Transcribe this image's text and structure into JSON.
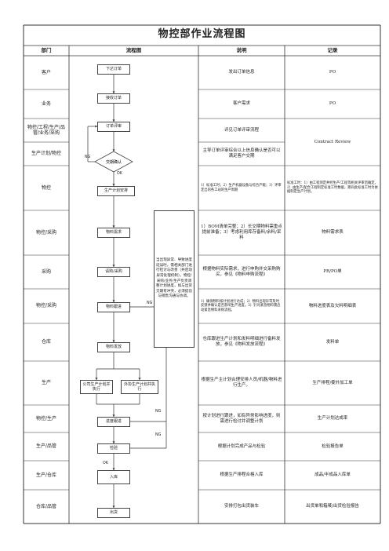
{
  "title": "物控部作业流程图",
  "headers": {
    "dept": "部门",
    "flow": "流程图",
    "desc": "说明",
    "record": "记录"
  },
  "rows": [
    {
      "dept": "客户",
      "desc": "发出订单信息",
      "record": "PO"
    },
    {
      "dept": "业务",
      "desc": "客户需求",
      "record": "PO"
    },
    {
      "dept": "物控/工程/生产/品管/业务/采购",
      "desc": "评见订单评审流程",
      "record": ""
    },
    {
      "dept": "生产计划/物控",
      "desc": "主导订单评审综合以上信息确认是否可以满足客户交期",
      "record": ""
    },
    {
      "dept": "物控",
      "desc": "1）标准工时；2）生产机器设备与综合产能；3）评审定出的各工站的生产周期",
      "record": "标准工时：1）由工程测定并经生产/工程等相关评审后确定。2）由生产/配合工程制定标准工时数据，期间此标准工时为依据制定生产计划。"
    },
    {
      "dept": "物控/采购",
      "desc": "1）BOM清单完整；2）长交期物料需重点提前准备；3）考虑利用库存备料/余料/呆料",
      "record": "物料需求表"
    },
    {
      "dept": "采购",
      "desc": "根据物料实际需求，进行申购并交采购购买，参见《物料申购流程》",
      "record": "PR/PO单"
    },
    {
      "dept": "物控/采购",
      "desc": "1）确保物料按计划进行达成；2）物料出现异常及时反馈并确认是否影响生产进度。3）针对紧急物料需启动紧急物料采购流程。",
      "record": "物料进度表及欠料明细表"
    },
    {
      "dept": "仓库",
      "desc": "仓库跟进生产计划和发料明细进行备料发放，参见《物料发放流程》",
      "record": "发料单"
    },
    {
      "dept": "生产",
      "desc": "根据生产主计划合理安排人员/机器/物料进行生产。",
      "record": "生产排程/委外加工单"
    },
    {
      "dept": "物控/生产",
      "desc": "按计划进行跟进，如有异常影响进度，则需进行检讨并调整计划",
      "record": "生产计划达成率"
    },
    {
      "dept": "生产/品管",
      "desc": "根据计划完成产品与检验",
      "record": "检验报告单"
    },
    {
      "dept": "生产/仓库",
      "desc": "根据生产排程合格入库",
      "record": "成品/半成品入库单"
    },
    {
      "dept": "仓库/品管",
      "desc": "安排打包出货装车",
      "record": "出货单和箱唛/出货检验报告"
    }
  ],
  "contract_review": "Contract Review",
  "flow": {
    "order": "下达订单",
    "receive": "接收订单",
    "review": "订单评审",
    "delivery": "交期确认",
    "plan": "生产计划安排",
    "material_need": "物料需求",
    "purchase": "请购/采购",
    "follow": "物料跟进",
    "issue": "物料发放",
    "internal": "公司生产计划并执行",
    "outsource": "外协生产计划并执行",
    "progress": "进度跟进",
    "inspect": "检验",
    "store": "入库",
    "ship": "出货",
    "note": "当出现异常、导致进度延误时，需相关部门进行检讨与改善（并启动异常处理机制）。物控/采购/业务/生产负责调整计划进度，如与出货交期有冲突，必须提前与销售沟通与协调。",
    "ng": "NG",
    "ok": "OK"
  }
}
